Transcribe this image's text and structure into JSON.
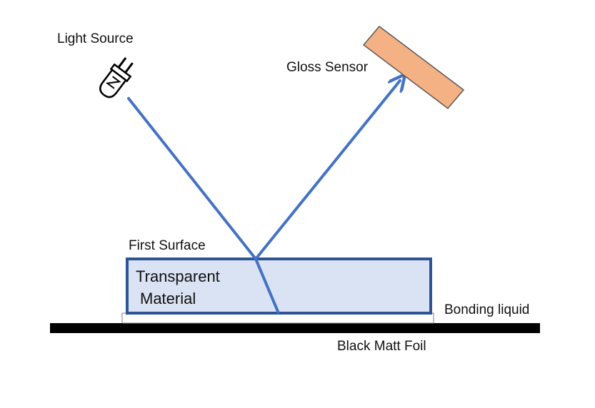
{
  "labels": {
    "light_source": "Light Source",
    "gloss_sensor": "Gloss Sensor",
    "first_surface": "First Surface",
    "material_line1": "Transparent",
    "material_line2": "Material",
    "bonding_liquid": "Bonding liquid",
    "black_matt_foil": "Black Matt Foil"
  },
  "icons": {
    "light_source": "light-bulb-plug-icon",
    "gloss_sensor": "sensor-plate-icon"
  },
  "colors": {
    "beam": "#4472c4",
    "material_fill": "#dae3f3",
    "material_border": "#2f5496",
    "sensor_fill": "#f4b183",
    "sensor_border": "#595959",
    "foil": "#000000",
    "bonding_liquid": "#ffffff"
  }
}
